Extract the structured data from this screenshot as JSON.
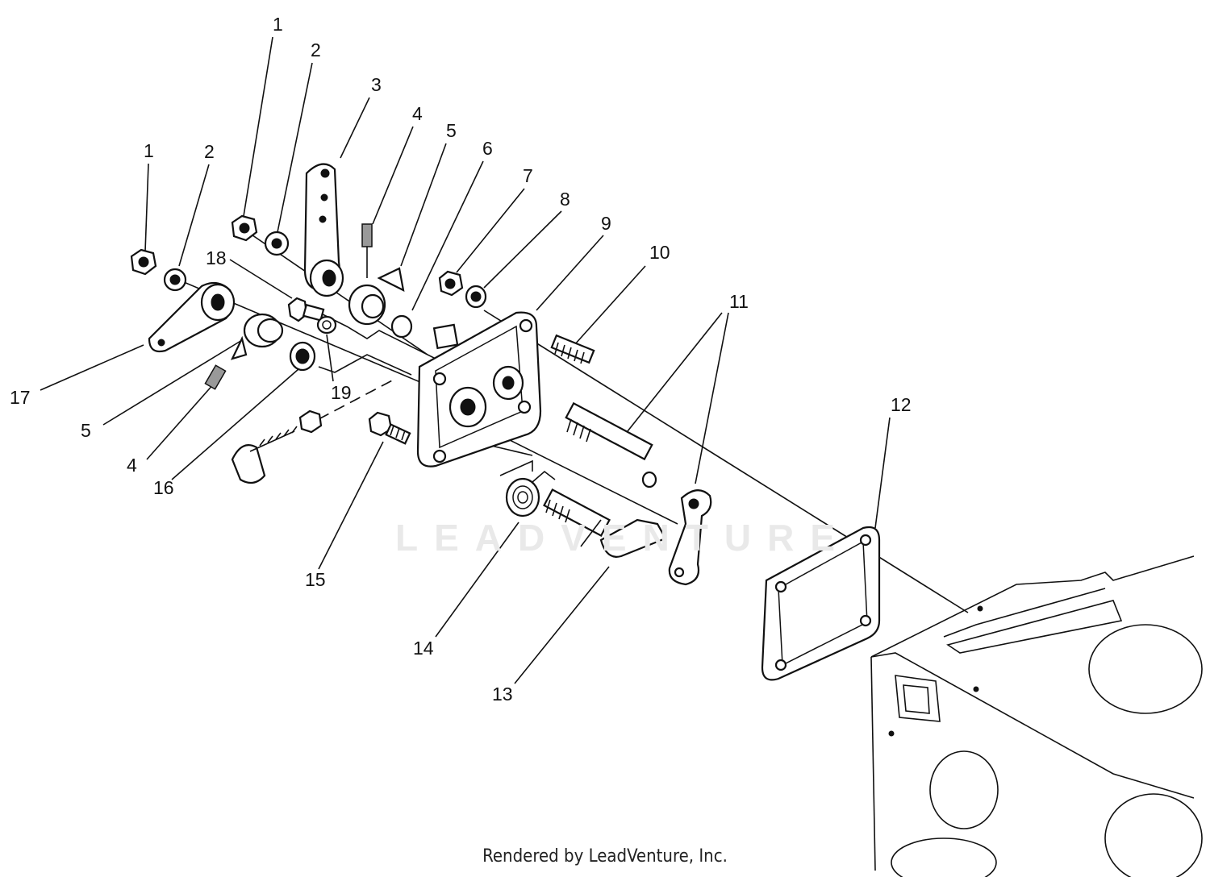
{
  "diagram": {
    "callouts": [
      {
        "id": "c1a",
        "label": "1"
      },
      {
        "id": "c2a",
        "label": "2"
      },
      {
        "id": "c3",
        "label": "3"
      },
      {
        "id": "c4a",
        "label": "4"
      },
      {
        "id": "c5a",
        "label": "5"
      },
      {
        "id": "c6",
        "label": "6"
      },
      {
        "id": "c7",
        "label": "7"
      },
      {
        "id": "c8",
        "label": "8"
      },
      {
        "id": "c9",
        "label": "9"
      },
      {
        "id": "c10",
        "label": "10"
      },
      {
        "id": "c11",
        "label": "11"
      },
      {
        "id": "c12",
        "label": "12"
      },
      {
        "id": "c1b",
        "label": "1"
      },
      {
        "id": "c2b",
        "label": "2"
      },
      {
        "id": "c18",
        "label": "18"
      },
      {
        "id": "c17",
        "label": "17"
      },
      {
        "id": "c19",
        "label": "19"
      },
      {
        "id": "c5b",
        "label": "5"
      },
      {
        "id": "c4b",
        "label": "4"
      },
      {
        "id": "c16",
        "label": "16"
      },
      {
        "id": "c15",
        "label": "15"
      },
      {
        "id": "c14",
        "label": "14"
      },
      {
        "id": "c13",
        "label": "13"
      }
    ]
  },
  "watermark": "LEADVENTURE",
  "footer": "Rendered by LeadVenture, Inc."
}
